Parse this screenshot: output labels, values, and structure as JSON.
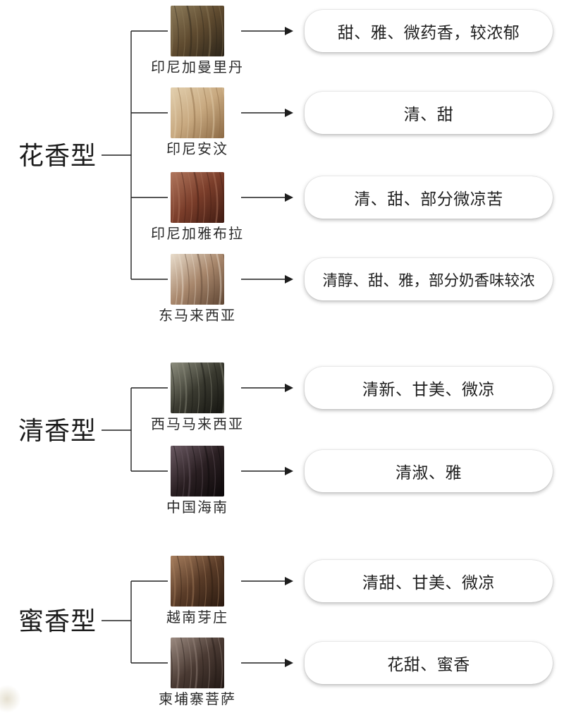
{
  "groups": [
    {
      "label": "花香型",
      "items": [
        {
          "origin": "印尼加曼里丹",
          "aroma": "甜、雅、微药香，较浓郁",
          "swatch": {
            "base": "#5e4a2f",
            "light": "#8d7c5b",
            "dark": "#2b2419"
          }
        },
        {
          "origin": "印尼安汶",
          "aroma": "清、甜",
          "swatch": {
            "base": "#c8a980",
            "light": "#e2cfae",
            "dark": "#8c6a45"
          }
        },
        {
          "origin": "印尼加雅布拉",
          "aroma": "清、甜、部分微凉苦",
          "swatch": {
            "base": "#7a3d2a",
            "light": "#b0765d",
            "dark": "#3f1b12"
          }
        },
        {
          "origin": "东马来西亚",
          "aroma": "清醇、甜、雅，部分奶香味较浓",
          "swatch": {
            "base": "#a8876c",
            "light": "#e8dccb",
            "dark": "#5e4533"
          }
        }
      ]
    },
    {
      "label": "清香型",
      "items": [
        {
          "origin": "西马马来西亚",
          "aroma": "清新、甘美、微凉",
          "swatch": {
            "base": "#3a3a30",
            "light": "#8d8e7e",
            "dark": "#141410"
          }
        },
        {
          "origin": "中国海南",
          "aroma": "清淑、雅",
          "swatch": {
            "base": "#2a1f22",
            "light": "#6b5a63",
            "dark": "#0c0809"
          }
        }
      ]
    },
    {
      "label": "蜜香型",
      "items": [
        {
          "origin": "越南芽庄",
          "aroma": "清甜、甘美、微凉",
          "swatch": {
            "base": "#5a3c28",
            "light": "#a67e5e",
            "dark": "#2a1a10"
          }
        },
        {
          "origin": "柬埔寨菩萨",
          "aroma": "花甜、蜜香",
          "swatch": {
            "base": "#4a3a33",
            "light": "#9b8a80",
            "dark": "#221915"
          }
        }
      ]
    }
  ]
}
